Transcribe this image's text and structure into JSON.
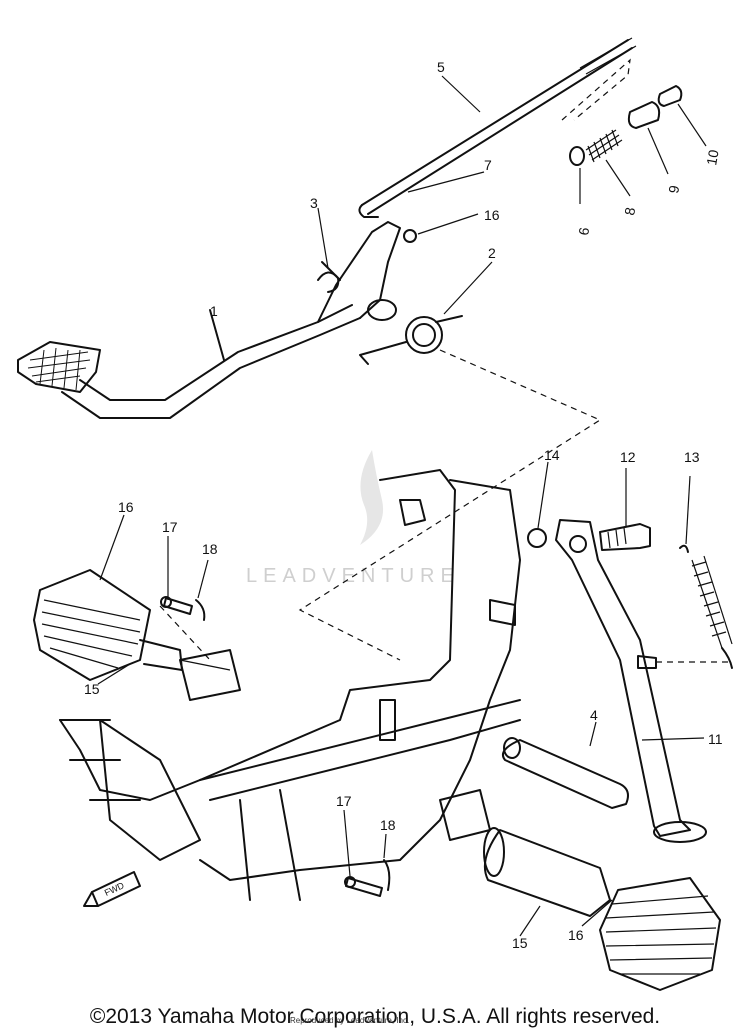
{
  "watermark": "LEADVENTURE",
  "copyright": "©2013 Yamaha Motor Corporation, U.S.A. All rights reserved.",
  "tiny_credit": "Reproduced by LeadVenture, Inc.",
  "fwd_label": "FWD",
  "callouts": {
    "n1": "1",
    "n2": "2",
    "n3": "3",
    "n4": "4",
    "n5": "5",
    "n6": "6",
    "n7": "7",
    "n8": "8",
    "n9": "9",
    "n10": "10",
    "n11": "11",
    "n12": "12",
    "n13": "13",
    "n14": "14",
    "n15a": "15",
    "n15b": "15",
    "n16a": "16",
    "n16b": "16",
    "n16c": "16",
    "n17a": "17",
    "n17b": "17",
    "n18a": "18",
    "n18b": "18"
  }
}
